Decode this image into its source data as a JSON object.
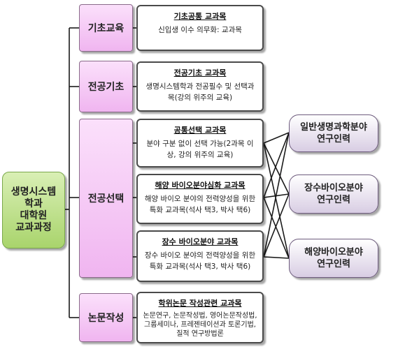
{
  "root": {
    "lines": [
      "생명시스템",
      "학과",
      "대학원",
      "교과과정"
    ]
  },
  "categories": [
    {
      "label": "기초교육"
    },
    {
      "label": "전공기초"
    },
    {
      "label": "전공선택"
    },
    {
      "label": "논문작성"
    }
  ],
  "details": [
    {
      "title": "기초공통 교과목",
      "body": "신입생 이수 의무화: 교과목"
    },
    {
      "title": "전공기초 교과목",
      "body": "생명시스템학과 전공필수 및 선택과목(강의 위주의 교육)"
    },
    {
      "title": "공통선택 교과목",
      "body": "분야 구분 없이 선택 가능(2과목 이상, 강의 위주의 교육)"
    },
    {
      "title": "해양 바이오분야심화 교과목",
      "body": "해양 바이오 분야의 전력양성을 위한 특화 교과목(석사 택3, 박사 택6)"
    },
    {
      "title": "장수 바이오분야 교과목",
      "body": "장수 바이오 분야의 전력양성을 위한 특화 교과목(석사 택3, 박사 택6)"
    },
    {
      "title": "학위논문 작성관련 교과목",
      "body": "논문연구, 논문작성법, 영어논문작성법, 그룹세미나, 프레젠테이션과 토론기법, 질적 연구방법론"
    }
  ],
  "outcomes": [
    {
      "lines": [
        "일반생명과학분야",
        "연구인력"
      ]
    },
    {
      "lines": [
        "장수바이오분야",
        "연구인력"
      ]
    },
    {
      "lines": [
        "해양바이오분야",
        "연구인력"
      ]
    }
  ],
  "colors": {
    "root_fill": "#a9d46c",
    "category_fill": "#f0b5f0",
    "outcome_fill": "#d8cde3",
    "connector": "#1a1a1a"
  }
}
